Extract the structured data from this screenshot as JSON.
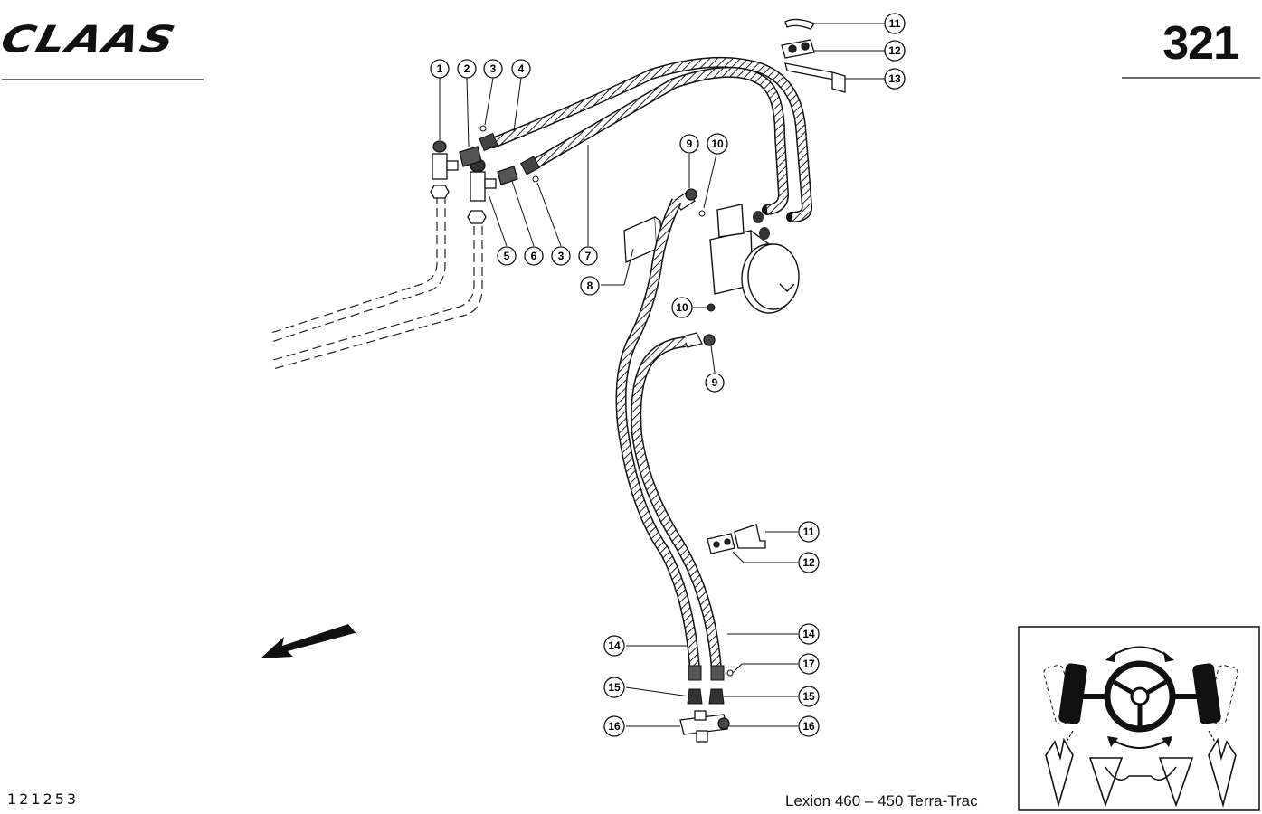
{
  "header": {
    "brand": "CLAAS",
    "page_number": "321"
  },
  "footer": {
    "doc_number": "121253",
    "model": "Lexion 460 – 450 Terra-Trac"
  },
  "callouts": {
    "c1": "1",
    "c2": "2",
    "c3a": "3",
    "c4": "4",
    "c5": "5",
    "c6": "6",
    "c3b": "3",
    "c7": "7",
    "c8": "8",
    "c9a": "9",
    "c10a": "10",
    "c10b": "10",
    "c9b": "9",
    "c11a": "11",
    "c12a": "12",
    "c13": "13",
    "c11b": "11",
    "c12b": "12",
    "c14a": "14",
    "c14b": "14",
    "c17": "17",
    "c15a": "15",
    "c15b": "15",
    "c16a": "16",
    "c16b": "16"
  }
}
